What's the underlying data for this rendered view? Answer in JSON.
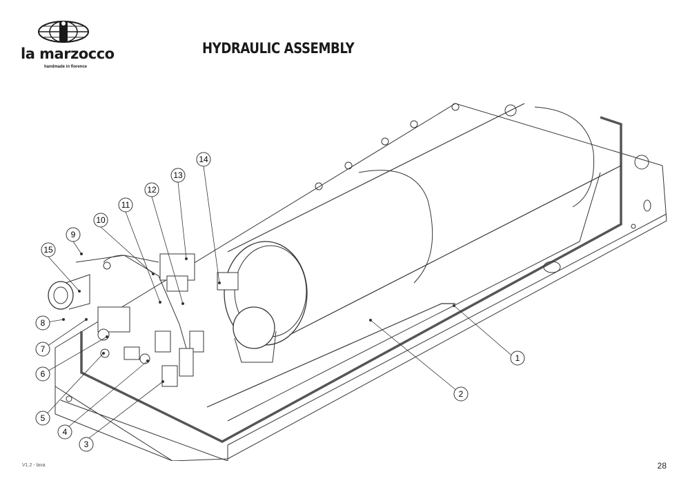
{
  "header": {
    "brand": "la marzocco",
    "tagline": "handmade in florence",
    "title": "HYDRAULIC ASSEMBLY"
  },
  "callouts": [
    {
      "number": "1"
    },
    {
      "number": "2"
    },
    {
      "number": "3"
    },
    {
      "number": "4"
    },
    {
      "number": "5"
    },
    {
      "number": "6"
    },
    {
      "number": "7"
    },
    {
      "number": "8"
    },
    {
      "number": "9"
    },
    {
      "number": "10"
    },
    {
      "number": "11"
    },
    {
      "number": "12"
    },
    {
      "number": "13"
    },
    {
      "number": "14"
    },
    {
      "number": "15"
    }
  ],
  "footer": {
    "version": "V1.2 - lava",
    "page": "28"
  }
}
